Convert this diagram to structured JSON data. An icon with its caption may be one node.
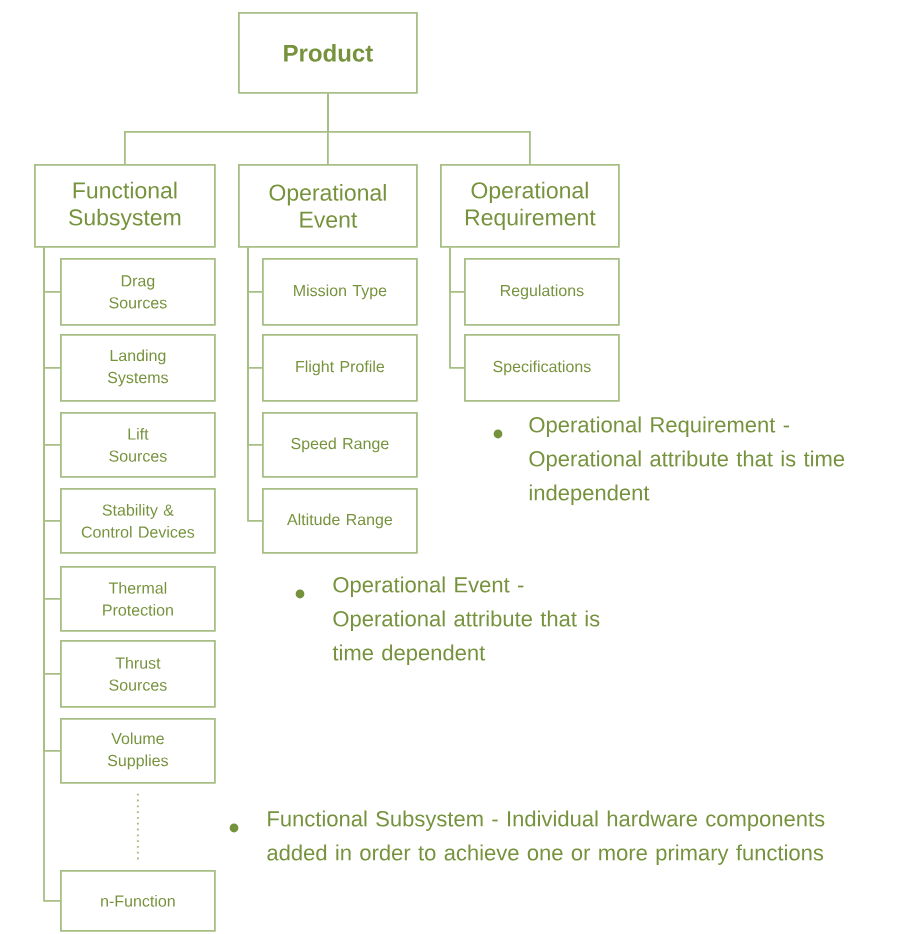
{
  "diagram": {
    "nodes": [
      {
        "text": [
          "Product"
        ]
      },
      {
        "text": [
          "Functional Subsystem"
        ]
      },
      {
        "text": [
          "Operational Event"
        ]
      },
      {
        "text": [
          "Operational Requirement"
        ]
      },
      {
        "text": [
          "Drag Sources"
        ]
      },
      {
        "text": [
          "Landing Systems"
        ]
      },
      {
        "text": [
          "Lift Sources"
        ]
      },
      {
        "text": [
          "Stability & Control Devices"
        ]
      },
      {
        "text": [
          "Thermal Protection"
        ]
      },
      {
        "text": [
          "Thrust Sources"
        ]
      },
      {
        "text": [
          "Volume Supplies"
        ]
      },
      {
        "text": [
          "n-Function"
        ]
      },
      {
        "text": [
          "Mission Type"
        ]
      },
      {
        "text": [
          "Flight Profile"
        ]
      },
      {
        "text": [
          "Speed Range"
        ]
      },
      {
        "text": [
          "Altitude Range"
        ]
      },
      {
        "text": [
          "Regulations"
        ]
      },
      {
        "text": [
          "Specifications"
        ]
      }
    ],
    "edges": [
      {
        "from": 0,
        "to": 1,
        "arrow": "none"
      },
      {
        "from": 0,
        "to": 2,
        "arrow": "none"
      },
      {
        "from": 0,
        "to": 3,
        "arrow": "none"
      },
      {
        "from": 1,
        "to": 4,
        "arrow": "none"
      },
      {
        "from": 1,
        "to": 5,
        "arrow": "none"
      },
      {
        "from": 1,
        "to": 6,
        "arrow": "none"
      },
      {
        "from": 1,
        "to": 7,
        "arrow": "none"
      },
      {
        "from": 1,
        "to": 8,
        "arrow": "none"
      },
      {
        "from": 1,
        "to": 9,
        "arrow": "none"
      },
      {
        "from": 1,
        "to": 10,
        "arrow": "none"
      },
      {
        "from": 1,
        "to": 11,
        "arrow": "none"
      },
      {
        "from": 10,
        "to": 11,
        "arrow": "none",
        "style": "dashed"
      },
      {
        "from": 2,
        "to": 12,
        "arrow": "none"
      },
      {
        "from": 2,
        "to": 13,
        "arrow": "none"
      },
      {
        "from": 2,
        "to": 14,
        "arrow": "none"
      },
      {
        "from": 2,
        "to": 15,
        "arrow": "none"
      },
      {
        "from": 3,
        "to": 16,
        "arrow": "none"
      },
      {
        "from": 3,
        "to": 17,
        "arrow": "none"
      }
    ],
    "labels": [
      "Operational Requirement - Operational attribute that is time independent",
      "Operational Event - Operational attribute that is time dependent",
      "Functional Subsystem - Individual hardware components added in order to achieve one or more primary functions"
    ]
  }
}
